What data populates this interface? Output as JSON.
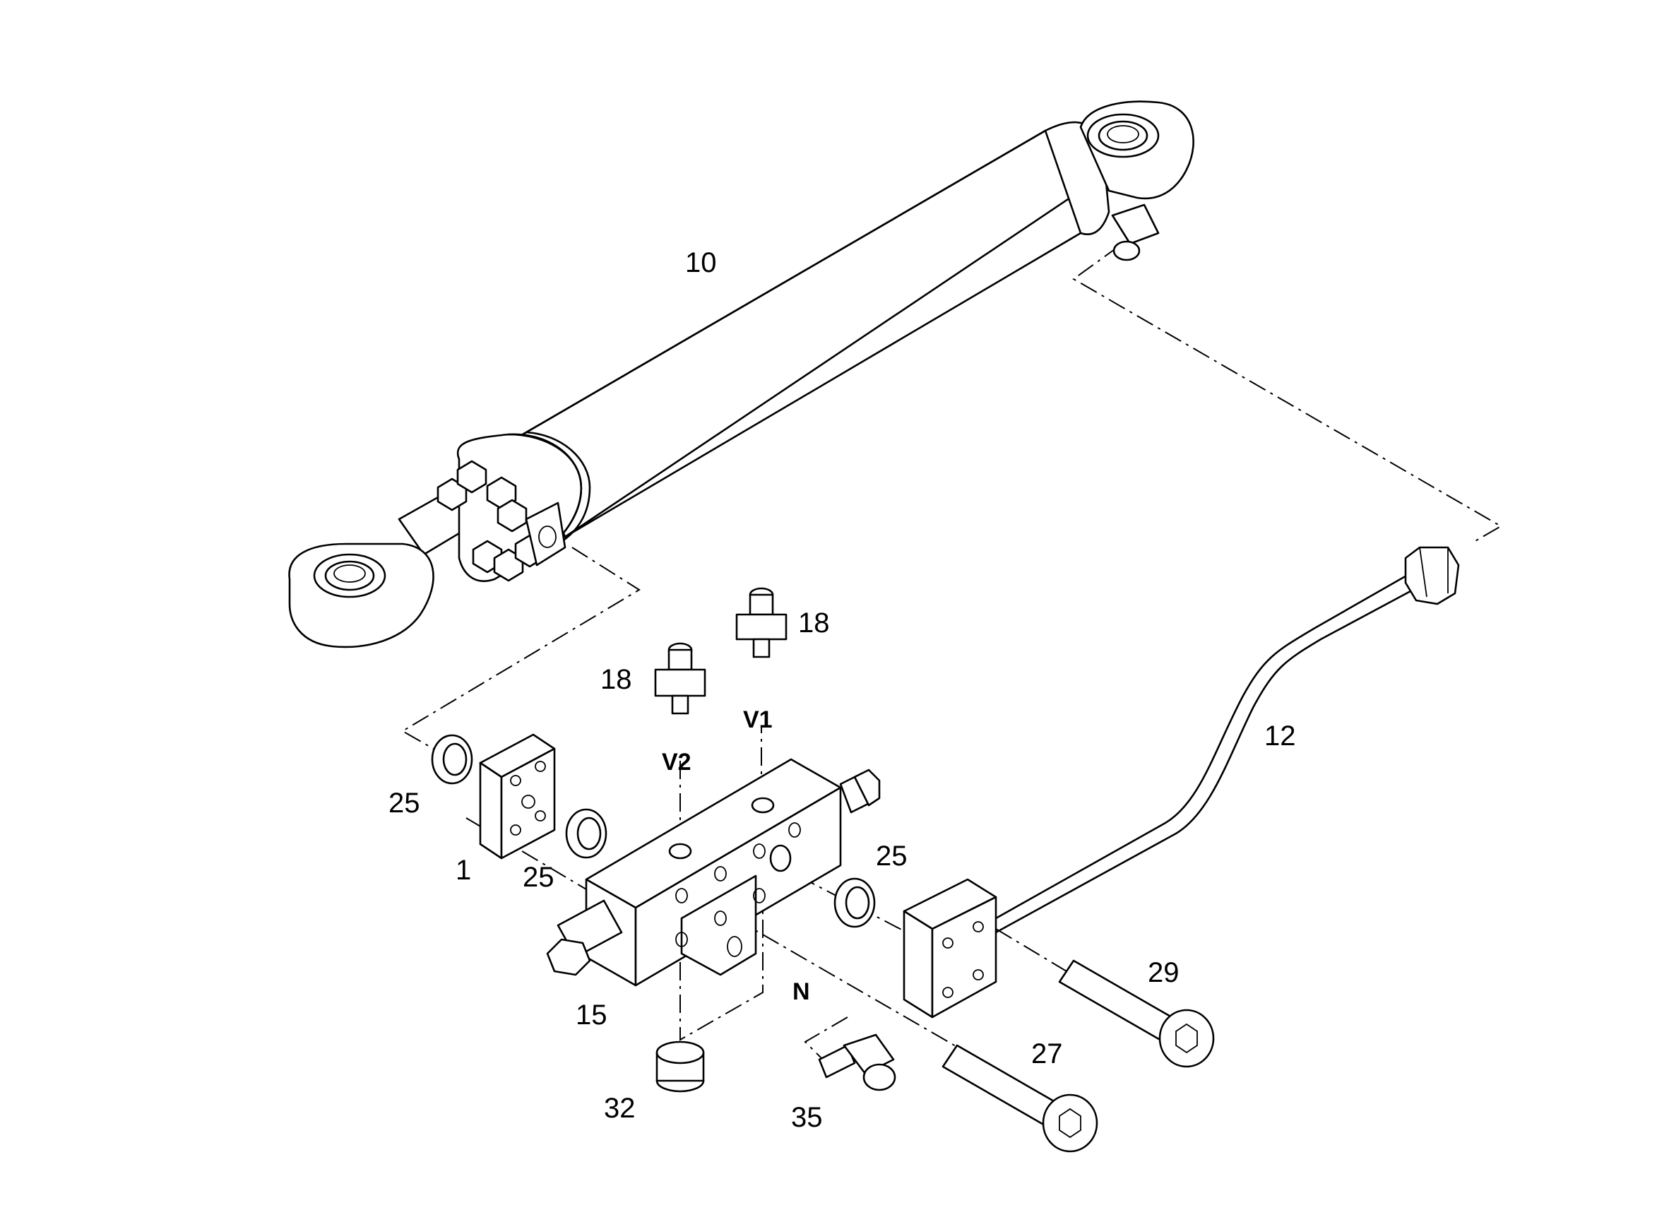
{
  "callouts": {
    "c10": "10",
    "c12": "12",
    "c18a": "18",
    "c18b": "18",
    "c25a": "25",
    "c25b": "25",
    "c25c": "25",
    "c1": "1",
    "c15": "15",
    "c27": "27",
    "c29": "29",
    "c32": "32",
    "c35": "35"
  },
  "ports": {
    "v1": "V1",
    "v2": "V2",
    "n": "N"
  }
}
